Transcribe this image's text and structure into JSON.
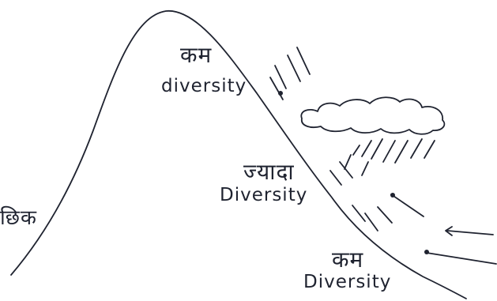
{
  "labels": {
    "top_hindi": "कम",
    "top_latin": "diversity",
    "middle_hindi": "ज्यादा",
    "middle_latin": "Diversity",
    "bottom_hindi": "कम",
    "bottom_latin": "Diversity",
    "left_edge": "छिक"
  },
  "colors": {
    "ink": "#1f2330",
    "background": "#ffffff"
  }
}
